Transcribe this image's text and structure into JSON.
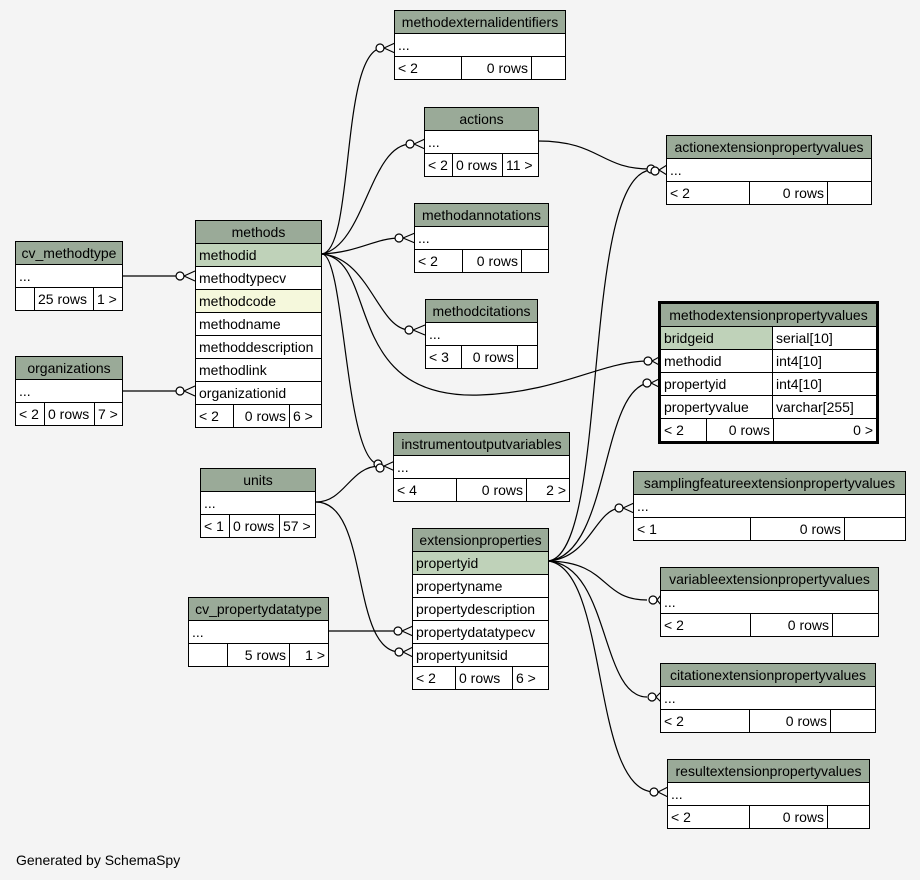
{
  "footer": "Generated by SchemaSpy",
  "tables": {
    "methodexternalidentifiers": {
      "name": "methodexternalidentifiers",
      "rows": [
        "..."
      ],
      "footer": [
        "< 2",
        "0 rows",
        ""
      ]
    },
    "actions": {
      "name": "actions",
      "rows": [
        "..."
      ],
      "footer": [
        "< 2",
        "0 rows",
        "11 >"
      ]
    },
    "actionextensionpropertyvalues": {
      "name": "actionextensionpropertyvalues",
      "rows": [
        "..."
      ],
      "footer": [
        "< 2",
        "0 rows",
        ""
      ]
    },
    "methodannotations": {
      "name": "methodannotations",
      "rows": [
        "..."
      ],
      "footer": [
        "< 2",
        "0 rows",
        ""
      ]
    },
    "methodcitations": {
      "name": "methodcitations",
      "rows": [
        "..."
      ],
      "footer": [
        "< 3",
        "0 rows",
        ""
      ]
    },
    "cv_methodtype": {
      "name": "cv_methodtype",
      "rows": [
        "..."
      ],
      "footer": [
        "",
        "25 rows",
        "1 >"
      ]
    },
    "methods": {
      "name": "methods",
      "rows": [
        "methodid",
        "methodtypecv",
        "methodcode",
        "methodname",
        "methoddescription",
        "methodlink",
        "organizationid"
      ],
      "footer": [
        "< 2",
        "0 rows",
        "6 >"
      ]
    },
    "organizations": {
      "name": "organizations",
      "rows": [
        "..."
      ],
      "footer": [
        "< 2",
        "0 rows",
        "7 >"
      ]
    },
    "methodextensionpropertyvalues": {
      "name": "methodextensionpropertyvalues",
      "columns": [
        {
          "name": "bridgeid",
          "type": "serial[10]"
        },
        {
          "name": "methodid",
          "type": "int4[10]"
        },
        {
          "name": "propertyid",
          "type": "int4[10]"
        },
        {
          "name": "propertyvalue",
          "type": "varchar[255]"
        }
      ],
      "footer": [
        "< 2",
        "0 rows",
        "0 >"
      ]
    },
    "instrumentoutputvariables": {
      "name": "instrumentoutputvariables",
      "rows": [
        "..."
      ],
      "footer": [
        "< 4",
        "0 rows",
        "2 >"
      ]
    },
    "units": {
      "name": "units",
      "rows": [
        "..."
      ],
      "footer": [
        "< 1",
        "0 rows",
        "57 >"
      ]
    },
    "samplingfeatureextensionpropertyvalues": {
      "name": "samplingfeatureextensionpropertyvalues",
      "rows": [
        "..."
      ],
      "footer": [
        "< 1",
        "0 rows",
        ""
      ]
    },
    "extensionproperties": {
      "name": "extensionproperties",
      "rows": [
        "propertyid",
        "propertyname",
        "propertydescription",
        "propertydatatypecv",
        "propertyunitsid"
      ],
      "footer": [
        "< 2",
        "0 rows",
        "6 >"
      ]
    },
    "cv_propertydatatype": {
      "name": "cv_propertydatatype",
      "rows": [
        "..."
      ],
      "footer": [
        "",
        "5 rows",
        "1 >"
      ]
    },
    "variableextensionpropertyvalues": {
      "name": "variableextensionpropertyvalues",
      "rows": [
        "..."
      ],
      "footer": [
        "< 2",
        "0 rows",
        ""
      ]
    },
    "citationextensionpropertyvalues": {
      "name": "citationextensionpropertyvalues",
      "rows": [
        "..."
      ],
      "footer": [
        "< 2",
        "0 rows",
        ""
      ]
    },
    "resultextensionpropertyvalues": {
      "name": "resultextensionpropertyvalues",
      "rows": [
        "..."
      ],
      "footer": [
        "< 2",
        "0 rows",
        ""
      ]
    }
  }
}
